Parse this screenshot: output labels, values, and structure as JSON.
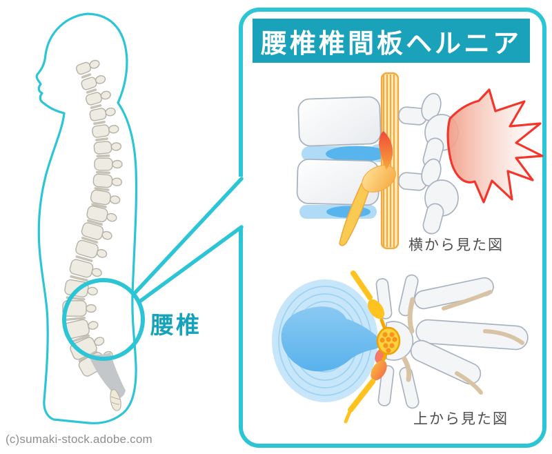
{
  "panel": {
    "title": "腰椎椎間板ヘルニア",
    "side_view_caption": "横から見た図",
    "top_view_caption": "上から見た図"
  },
  "body_figure": {
    "lumbar_label": "腰椎"
  },
  "watermark": "(c)sumaki-stock.adobe.com",
  "colors": {
    "accent_teal": "#2BC5D6",
    "banner_teal": "#1AA2BB",
    "label_teal": "#17A2BC",
    "caption_gray": "#4F4F4F",
    "watermark_gray": "#8E8E8E",
    "pain_red": "#F2362B",
    "disc_blue": "#AFDBF7",
    "nucleus_blue": "#57B4EC",
    "nerve_yellow": "#FFC21E",
    "nerve_orange": "#F5A800",
    "compressed_nerve_orange": "#F4764A",
    "bone_outline_gray": "#A9B3C0",
    "spine_beige": "#EEEBE2",
    "sacrum_gray": "#C4C7CA",
    "process_tan": "#D8C4A4"
  }
}
